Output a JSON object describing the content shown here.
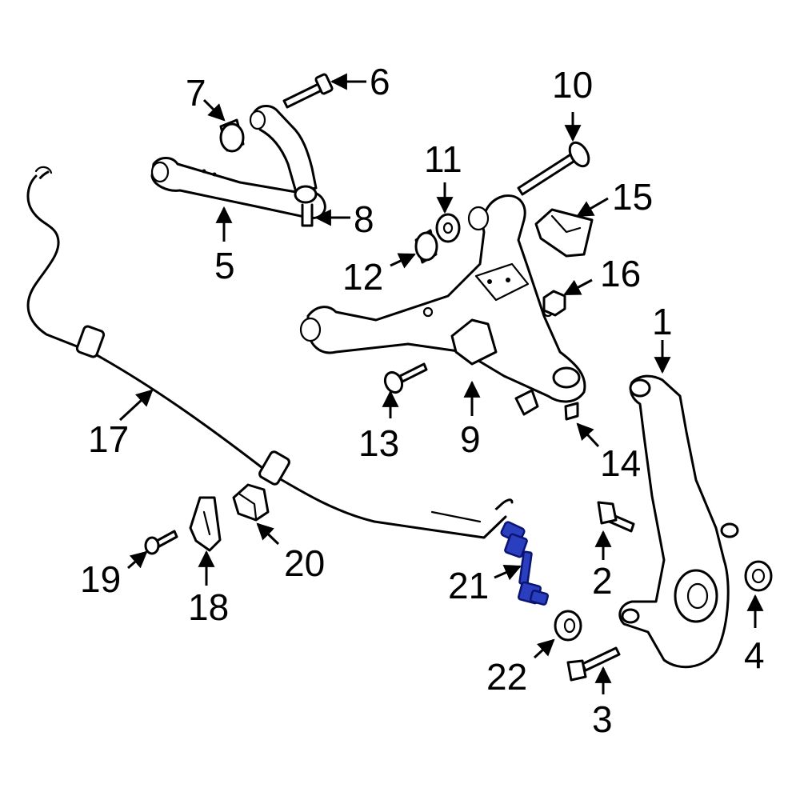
{
  "colors": {
    "background": "#ffffff",
    "line": "#000000",
    "highlight_fill": "#2a3fbf",
    "highlight_stroke": "#0b1470"
  },
  "highlighted_part": "21",
  "callouts": {
    "c1": "1",
    "c2": "2",
    "c3": "3",
    "c4": "4",
    "c5": "5",
    "c6": "6",
    "c7": "7",
    "c8": "8",
    "c9": "9",
    "c10": "10",
    "c11": "11",
    "c12": "12",
    "c13": "13",
    "c14": "14",
    "c15": "15",
    "c16": "16",
    "c17": "17",
    "c18": "18",
    "c19": "19",
    "c20": "20",
    "c21": "21",
    "c22": "22"
  }
}
